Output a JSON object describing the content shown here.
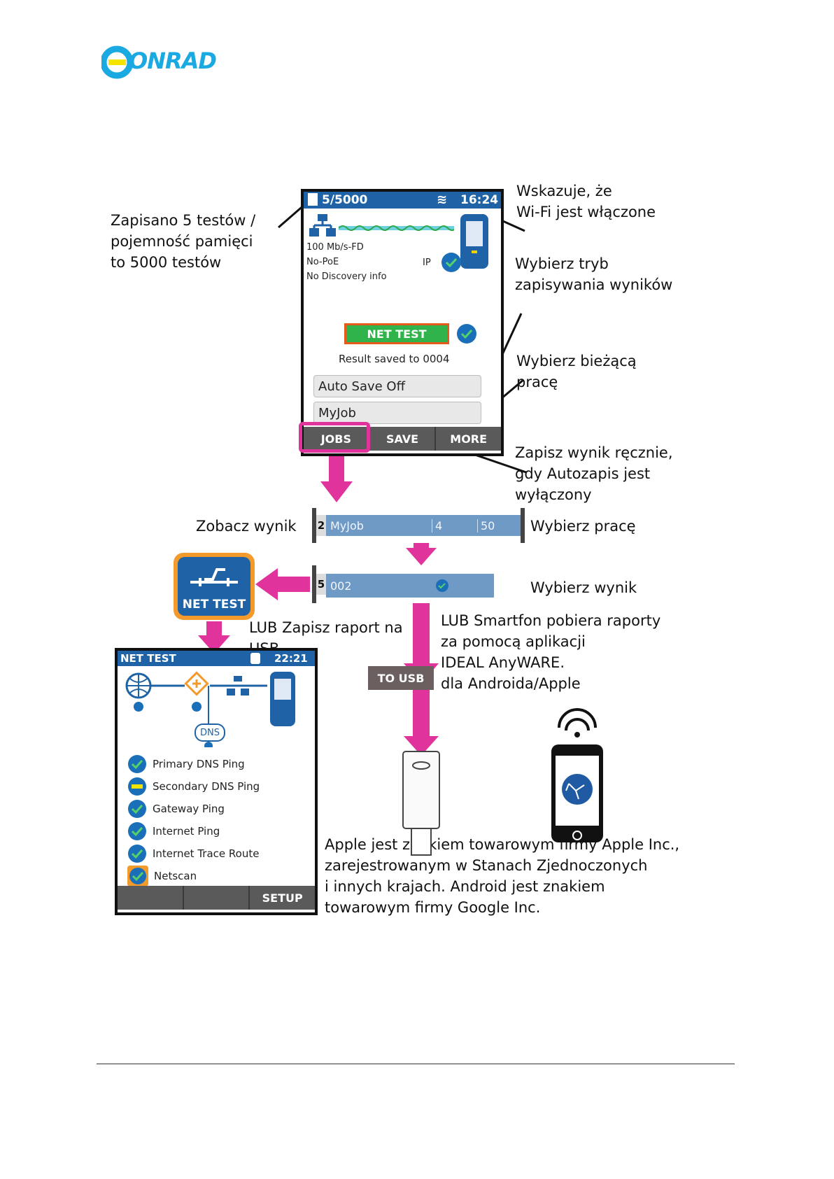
{
  "brand": {
    "logo_text": "ONRAD"
  },
  "colors": {
    "accent": "#e0339b",
    "screen_blue": "#1f63a6",
    "brand": "#1aa9e0",
    "check_blue": "#1b6fb8"
  },
  "top_device": {
    "status_count": "5/5000",
    "status_time": "16:24",
    "speed": "100 Mb/s-FD",
    "poe": "No-PoE",
    "discovery": "No Discovery info",
    "ip_label": "IP",
    "net_test_button": "NET TEST",
    "result_saved": "Result saved to  0004",
    "autosave_dropdown": "Auto Save Off",
    "job_dropdown": "MyJob",
    "buttons": {
      "jobs": "JOBS",
      "save": "SAVE",
      "more": "MORE"
    }
  },
  "callouts": {
    "saved_tests": "Zapisano 5 testów /\npojemność pamięci\nto 5000 testów",
    "wifi": "Wskazuje, że\nWi-Fi jest włączone",
    "save_mode": "Wybierz tryb\nzapisywania wyników",
    "current_job": "Wybierz bieżącą\n    pracę",
    "manual_save": "Zapisz wynik ręcznie,\n  gdy Autozapis jest\nwyłączony",
    "choose_job": "Wybierz pracę",
    "see_result": "Zobacz wynik",
    "choose_result": "Wybierz wynik",
    "usb_report": "LUB Zapisz raport na\n              USB",
    "smartphone": "LUB Smartfon pobiera raporty\n  za pomocą aplikacji\n  IDEAL AnyWARE.\n dla Androida/Apple",
    "trademark": "Apple jest znakiem towarowym firmy Apple Inc.,\n zarejestrowanym w Stanach Zjednoczonych\n i innych krajach. Android jest znakiem\n towarowym firmy Google Inc."
  },
  "job_strip": {
    "index": "2",
    "name": "MyJob",
    "count": "4",
    "value": "50"
  },
  "result_strip": {
    "index": "5",
    "name": "002"
  },
  "net_test_tile": {
    "label": "NET TEST"
  },
  "to_usb": "TO USB",
  "bottom_device": {
    "title": "NET TEST",
    "time": "22:21",
    "dns_label": "DNS",
    "items": [
      {
        "label": "Primary DNS Ping",
        "status": "pass"
      },
      {
        "label": "Secondary DNS Ping",
        "status": "partial"
      },
      {
        "label": "Gateway Ping",
        "status": "pass"
      },
      {
        "label": "Internet Ping",
        "status": "pass"
      },
      {
        "label": "Internet Trace Route",
        "status": "pass"
      },
      {
        "label": "Netscan",
        "status": "pass"
      }
    ],
    "setup_button": "SETUP"
  }
}
